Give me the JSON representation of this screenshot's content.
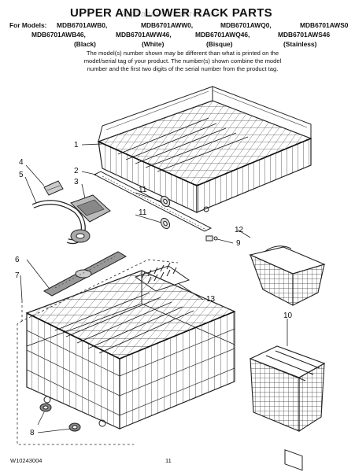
{
  "header": {
    "title": "UPPER AND LOWER RACK PARTS",
    "watermark": "AppliancePartsPros.com",
    "models_prefix": "For Models:",
    "models_row1": [
      "MDB6701AWB0,",
      "MDB6701AWW0,",
      "MDB6701AWQ0,",
      "MDB6701AWS0"
    ],
    "models_row2": [
      "MDB6701AWB46,",
      "MDB6701AWW46,",
      "MDB6701AWQ46,",
      "MDB6701AWS46"
    ],
    "colors": [
      "(Black)",
      "(White)",
      "(Bisque)",
      "(Stainless)"
    ],
    "note_lines": [
      "The model(s) number shown may be different than what is printed on the",
      "model/serial tag of your product. The number(s) shown combine the model",
      "number and the first two digits of the serial number from the product tag."
    ]
  },
  "callouts": {
    "c1": "1",
    "c2": "2",
    "c3": "3",
    "c4": "4",
    "c5": "5",
    "c6": "6",
    "c7": "7",
    "c8": "8",
    "c9": "9",
    "c10": "10",
    "c11a": "11",
    "c11b": "11",
    "c12": "12",
    "c13": "13"
  },
  "footer": {
    "doc_number": "W10243004",
    "page_number": "11"
  }
}
